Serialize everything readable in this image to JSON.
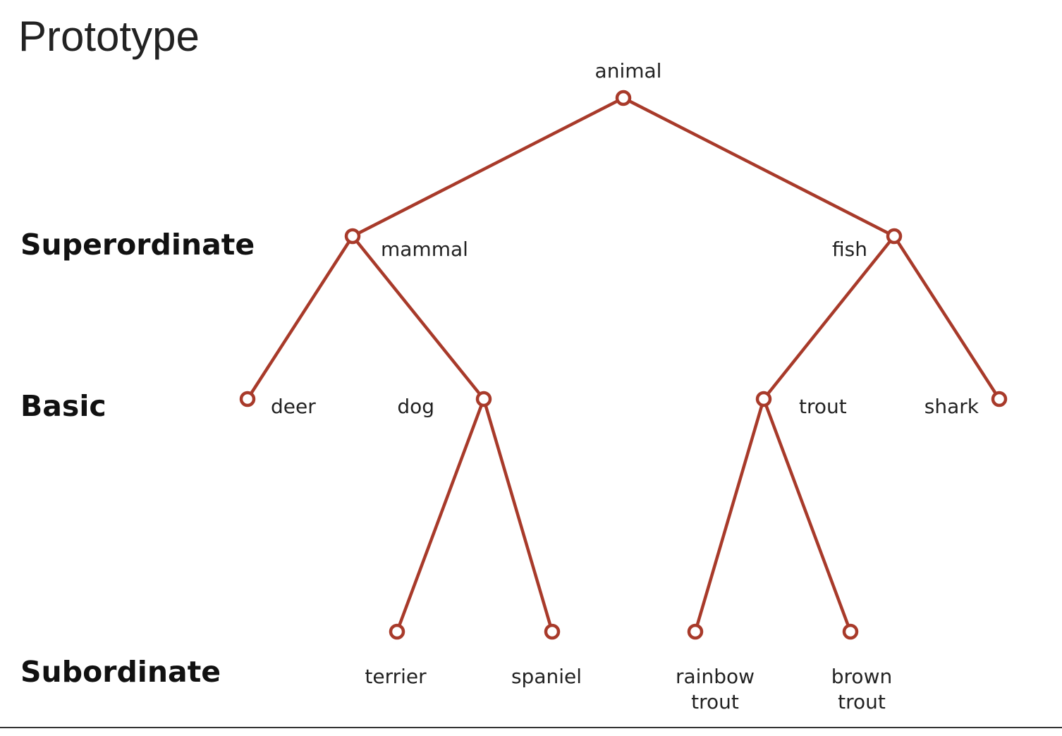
{
  "title": "Prototype",
  "colors": {
    "tree": "#a83a2a",
    "text": "#222222"
  },
  "levels": {
    "superordinate": "Superordinate",
    "basic": "Basic",
    "subordinate": "Subordinate"
  },
  "nodes": [
    {
      "id": "animal",
      "label": [
        "animal"
      ],
      "parent": null
    },
    {
      "id": "mammal",
      "label": [
        "mammal"
      ],
      "parent": "animal"
    },
    {
      "id": "fish",
      "label": [
        "fish"
      ],
      "parent": "animal"
    },
    {
      "id": "deer",
      "label": [
        "deer"
      ],
      "parent": "mammal"
    },
    {
      "id": "dog",
      "label": [
        "dog"
      ],
      "parent": "mammal"
    },
    {
      "id": "trout",
      "label": [
        "trout"
      ],
      "parent": "fish"
    },
    {
      "id": "shark",
      "label": [
        "shark"
      ],
      "parent": "fish"
    },
    {
      "id": "terrier",
      "label": [
        "terrier"
      ],
      "parent": "dog"
    },
    {
      "id": "spaniel",
      "label": [
        "spaniel"
      ],
      "parent": "dog"
    },
    {
      "id": "rainbow-trout",
      "label": [
        "rainbow",
        "trout"
      ],
      "parent": "trout"
    },
    {
      "id": "brown-trout",
      "label": [
        "brown",
        "trout"
      ],
      "parent": "trout"
    }
  ]
}
